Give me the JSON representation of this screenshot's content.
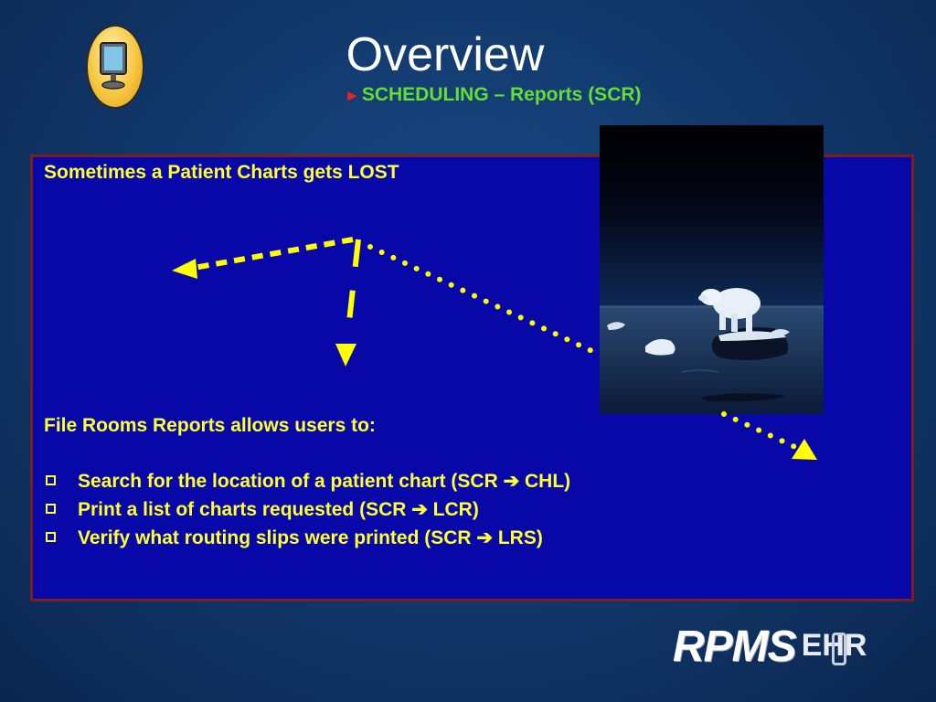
{
  "slide": {
    "title": "Overview",
    "subtitle_marker": "►",
    "subtitle": "SCHEDULING – Reports (SCR)"
  },
  "content": {
    "heading": "Sometimes a Patient Charts gets LOST",
    "intro": "File Rooms Reports allows users to:",
    "bullets": [
      "Search for the location of a patient chart (SCR ➔ CHL)",
      "Print a list of charts requested  (SCR ➔ LCR)",
      "Verify what routing slips were printed  (SCR ➔ LRS)"
    ]
  },
  "logo": {
    "name": "RPMS",
    "suffix": "EHR"
  },
  "colors": {
    "background": "#123a6e",
    "content_box": "#0808a8",
    "content_border": "#7a1f1f",
    "text_yellow": "#ffff33",
    "subtitle_green": "#66dd33"
  },
  "icons": [
    "monitor-icon",
    "polar-bear-image",
    "checkbox-bullet-icon"
  ]
}
